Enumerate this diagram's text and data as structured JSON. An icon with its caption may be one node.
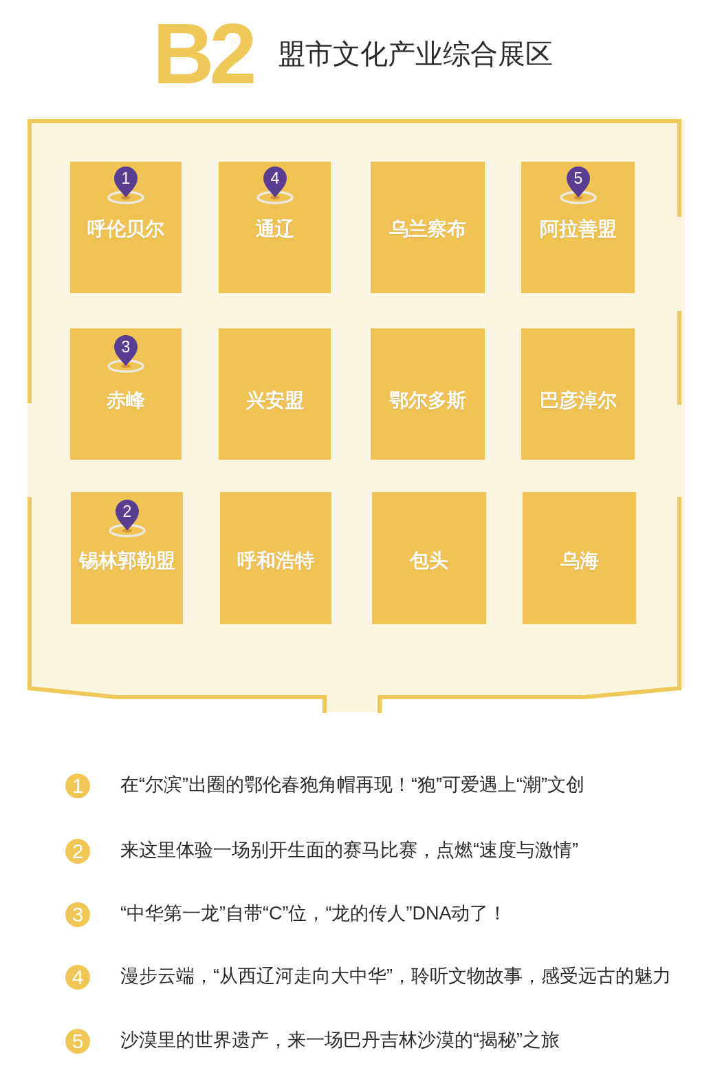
{
  "diagram": {
    "title": "盟市文化产业综合展区",
    "nodes": [
      {
        "text": [
          "呼伦贝尔"
        ]
      },
      {
        "text": [
          "1"
        ],
        "in": 0
      },
      {
        "text": [
          "通辽"
        ]
      },
      {
        "text": [
          "4"
        ],
        "in": 2
      },
      {
        "text": [
          "乌兰察布"
        ]
      },
      {
        "text": [
          "阿拉善盟"
        ]
      },
      {
        "text": [
          "5"
        ],
        "in": 5
      },
      {
        "text": [
          "赤峰"
        ]
      },
      {
        "text": [
          "3"
        ],
        "in": 7
      },
      {
        "text": [
          "兴安盟"
        ]
      },
      {
        "text": [
          "鄂尔多斯"
        ]
      },
      {
        "text": [
          "巴彦淖尔"
        ]
      },
      {
        "text": [
          "锡林郭勒盟"
        ]
      },
      {
        "text": [
          "2"
        ],
        "in": 12
      },
      {
        "text": [
          "呼和浩特"
        ]
      },
      {
        "text": [
          "包头"
        ]
      },
      {
        "text": [
          "乌海"
        ]
      },
      {
        "text": [
          "1"
        ],
        "beside": [
          "在“尔滨”出圈的鄂伦春狍角帽再现！“狍”可爱遇上“潮”文创"
        ]
      },
      {
        "text": [
          "2"
        ],
        "beside": [
          "来这里体验一场别开生面的赛马比赛，点燃“速度与激情”"
        ]
      },
      {
        "text": [
          "3"
        ],
        "beside": [
          "“中华第一龙”自带“C”位，“龙的传人”DNA动了！"
        ]
      },
      {
        "text": [
          "4"
        ],
        "beside": [
          "漫步云端，“从西辽河走向大中华”，聆听文物故事，感受远古的魅力"
        ]
      },
      {
        "text": [
          "5"
        ],
        "beside": [
          "沙漠里的世界遗产，来一场巴丹吉林沙漠的“揭秘”之旅"
        ]
      }
    ],
    "labels": [
      "B2"
    ]
  }
}
